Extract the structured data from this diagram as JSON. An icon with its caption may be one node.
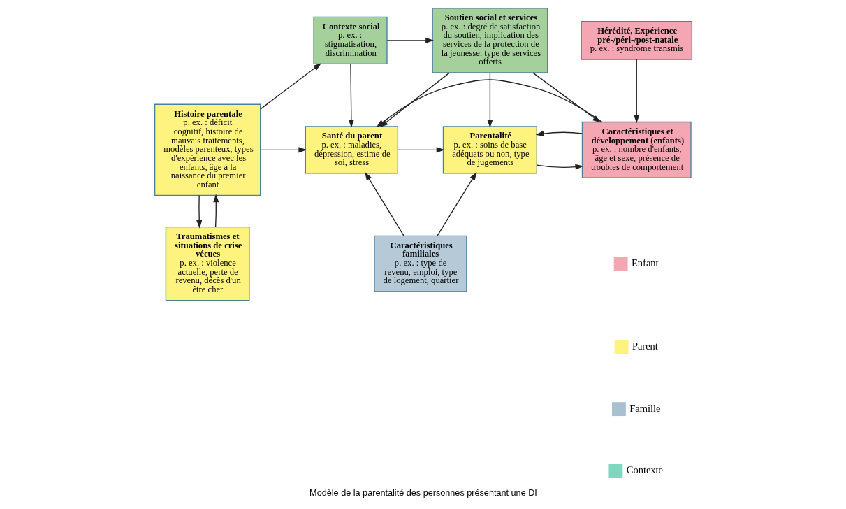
{
  "diagram": {
    "caption": "Modèle de la parentalité des personnes présentant une DI",
    "nodes": [
      {
        "text": [
          "Contexte social",
          "p. ex. : stigmatisation, discrimination"
        ]
      },
      {
        "text": [
          "Soutien social et services",
          "p. ex. : degré de satisfaction du soutien, implication des services de la protection de la jeunesse. type de services offerts"
        ]
      },
      {
        "text": [
          "Hérédité, Expérience pré-/péri-/post-natale",
          "p. ex. : syndrome transmis"
        ]
      },
      {
        "text": [
          "Histoire parentale",
          "p. ex. : déficit cognitif, histoire de mauvais traitements, modèles parenteux, types d'expérience avec les enfants, âge à la naissance du premier enfant"
        ]
      },
      {
        "text": [
          "Santé du parent",
          "p. ex. : maladies, dépression, estime de soi, stress"
        ]
      },
      {
        "text": [
          "Parentalité",
          "p. ex. : soins de base adéquats ou non, type de jugements"
        ]
      },
      {
        "text": [
          "Caractéristiques et développement (enfants)",
          "p. ex. : nombre d'enfants, âge et sexe, présence de troubles de comportement"
        ]
      },
      {
        "text": [
          "Traumatismes et situations de crise vécues",
          "p. ex. : violence actuelle, perte de revenu, décès d'un être cher"
        ]
      },
      {
        "text": [
          "Caractéristiques familiales",
          "p. ex. : type de revenu, emploi, type de logement, quartier"
        ]
      }
    ],
    "edges": [
      {
        "from": 3,
        "to": 0,
        "arrow": "to"
      },
      {
        "from": 0,
        "to": 1,
        "arrow": "to"
      },
      {
        "from": 0,
        "to": 4,
        "arrow": "to"
      },
      {
        "from": 1,
        "to": 4,
        "arrow": "to"
      },
      {
        "from": 1,
        "to": 5,
        "arrow": "to"
      },
      {
        "from": 1,
        "to": 6,
        "arrow": "to"
      },
      {
        "from": 2,
        "to": 6,
        "arrow": "to"
      },
      {
        "from": 3,
        "to": 4,
        "arrow": "to"
      },
      {
        "from": 4,
        "to": 5,
        "arrow": "to"
      },
      {
        "from": 5,
        "to": 6,
        "arrow": "to"
      },
      {
        "from": 3,
        "to": 7,
        "arrow": "to"
      },
      {
        "from": 7,
        "to": 3,
        "arrow": "to"
      },
      {
        "from": 6,
        "to": 4,
        "arrow": "to"
      },
      {
        "from": 6,
        "to": 5,
        "arrow": "to"
      },
      {
        "from": 8,
        "to": 4,
        "arrow": "to"
      },
      {
        "from": 8,
        "to": 5,
        "arrow": "to"
      }
    ],
    "legend": [
      {
        "text": "Enfant",
        "color": "#f4a7b3"
      },
      {
        "text": "Parent",
        "color": "#fff380"
      },
      {
        "text": "Famille",
        "color": "#a9c0d1"
      },
      {
        "text": "Contexte",
        "color": "#80d6c0"
      }
    ]
  }
}
